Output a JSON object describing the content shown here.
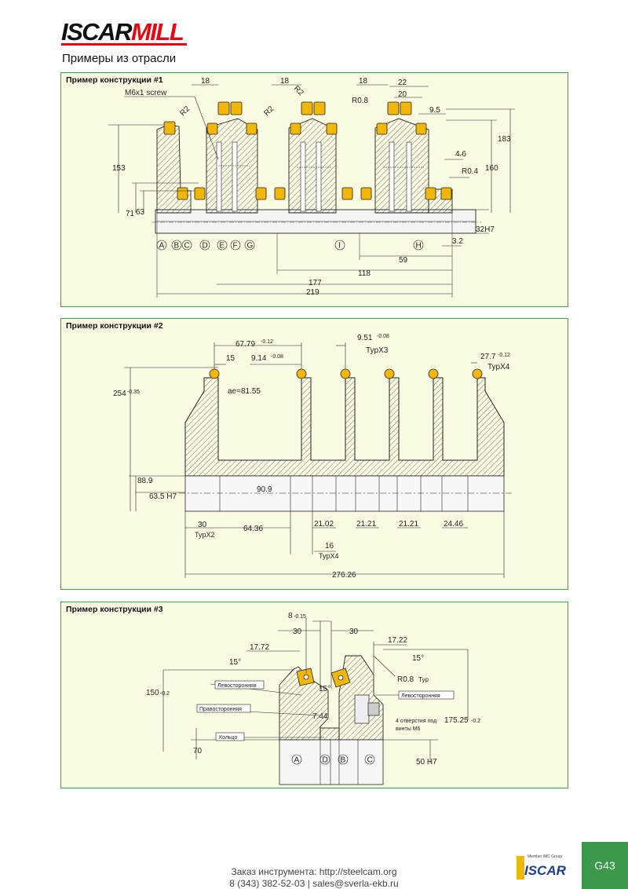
{
  "brand": {
    "logo_part1": "ISCAR",
    "logo_part2": "MILL"
  },
  "page": {
    "title": "Примеры из отрасли",
    "number": "G43"
  },
  "footer": {
    "line1": "Заказ инструмента: http://steelcam.org",
    "line2": "8 (343) 382-52-03  |  sales@sverla-ekb.ru"
  },
  "partner": {
    "caption": "Member IMC Group",
    "name": "ISCAR"
  },
  "colors": {
    "panel_bg": "#fbfbe4",
    "panel_border": "#4a9a52",
    "insert": "#f2b705",
    "accent_green": "#3a9a4a",
    "logo_red": "#e30613"
  },
  "example1": {
    "title": "Пример конструкции #1",
    "dims": {
      "d18a": "18",
      "d18b": "18",
      "d18c": "18",
      "d22": "22",
      "d20": "20",
      "d9_5": "9.5",
      "screw": "M6x1 screw",
      "r2a": "R2",
      "r2b": "R2",
      "r2c": "R2",
      "r08": "R0.8",
      "d183": "183",
      "d160": "160",
      "d153": "153",
      "d4_6": "4.6",
      "r04": "R0.4",
      "d71": "71",
      "d63": "63",
      "d32h7": "32H7",
      "d3_2": "3.2",
      "d59": "59",
      "d118": "118",
      "d177": "177",
      "d219": "219"
    },
    "letters": [
      "A",
      "B",
      "C",
      "D",
      "E",
      "F",
      "G",
      "I",
      "H"
    ]
  },
  "example2": {
    "title": "Пример конструкции #2",
    "dims": {
      "d67_79": "67.79",
      "tol_67": "-0.12",
      "d9_51": "9.51",
      "tol_9_51": "-0.08",
      "typ3": "TypX3",
      "d15": "15",
      "d9_14": "9.14",
      "tol_9_14": "-0.08",
      "d27_7": "27.7",
      "tol_27": "-0.12",
      "typ4": "TypX4",
      "d254": "254",
      "tol_254": "-0.35",
      "ae": "ae=81.55",
      "d88_9": "88.9",
      "d63_5": "63.5 H7",
      "d90_9": "90.9",
      "d30": "30",
      "typ2": "TypX2",
      "d64_36": "64.36",
      "d21_02": "21.02",
      "d21_21a": "21.21",
      "d21_21b": "21.21",
      "d24_46": "24.46",
      "d16": "16",
      "typ4b": "TypX4",
      "d276": "276.26"
    }
  },
  "example3": {
    "title": "Пример конструкции #3",
    "dims": {
      "d8": "8",
      "tol_8": "-0.15",
      "d30a": "30",
      "d30b": "30",
      "d17_72": "17.72",
      "d17_22": "17.22",
      "ang15a": "15°",
      "ang15b": "15°",
      "ang15c": "15°",
      "r08": "R0.8",
      "typ": "Typ",
      "d150": "150",
      "tol_150": "-0.2",
      "d7_44": "7.44",
      "d175": "175.25",
      "tol_175": "-0.2",
      "d70": "70",
      "d50h7": "50 H7",
      "holes": "4 отверстия под",
      "screws": "винты M6"
    },
    "labels": {
      "left_hand": "Левосторонняя",
      "right_hand": "Правосторонняя",
      "left_hand2": "Левосторонняя",
      "ring": "Кольцо"
    },
    "letters": [
      "A",
      "D",
      "B",
      "C"
    ]
  }
}
